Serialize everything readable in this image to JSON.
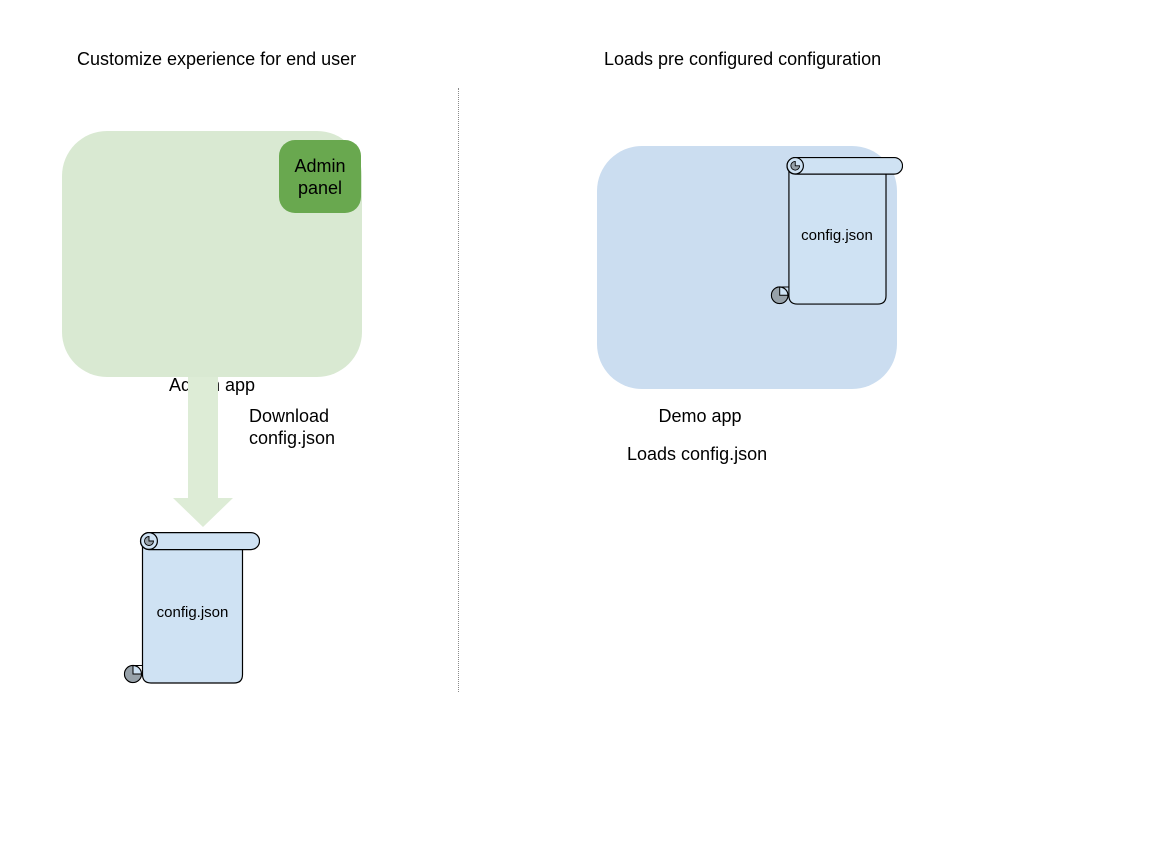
{
  "diagram": {
    "left_section": {
      "title": "Customize experience for end user",
      "admin_app": {
        "label": "Admin app"
      },
      "admin_panel": {
        "label": "Admin panel"
      },
      "download_caption": "Download\nconfig.json",
      "config_file": {
        "label": "config.json"
      }
    },
    "right_section": {
      "title": "Loads pre configured configuration",
      "demo_app": {
        "label": "Demo app"
      },
      "config_file": {
        "label": "config.json"
      },
      "loads_caption": "Loads config.json"
    }
  },
  "colors": {
    "background": "#ffffff",
    "text": "#000000",
    "admin_fill": "#d9e9d2",
    "panel_fill": "#69a84f",
    "arrow_fill": "#ddecd6",
    "demo_fill": "#cbddf0",
    "scroll_fill": "#cfe2f3",
    "curl_gray": "#97a1a9",
    "stroke": "#000000",
    "divider": "#8a8a8a"
  }
}
